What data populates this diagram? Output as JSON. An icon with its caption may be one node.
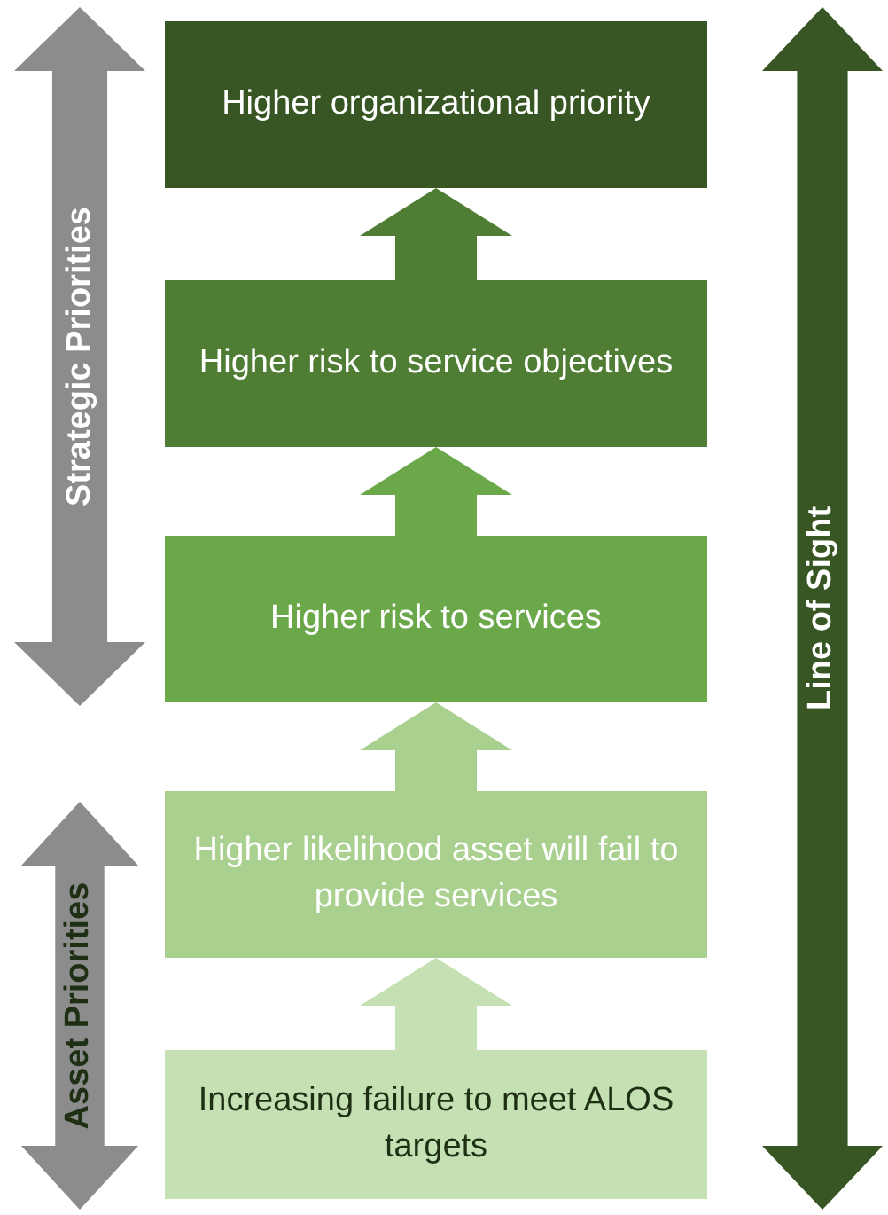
{
  "diagram": {
    "nodes": [
      {
        "text": [
          "Higher organizational priority"
        ]
      },
      {
        "text": [
          "Higher risk to service objectives"
        ]
      },
      {
        "text": [
          "Higher risk to services"
        ]
      },
      {
        "text": [
          "Higher likelihood asset will fail to provide services"
        ]
      },
      {
        "text": [
          "Increasing failure to meet ALOS targets"
        ]
      },
      {
        "text": [
          "Strategic Priorities"
        ]
      },
      {
        "text": [
          "Asset Priorities"
        ]
      },
      {
        "text": [
          "Line of Sight"
        ]
      }
    ],
    "edges": [
      {
        "from": 1,
        "to": 0,
        "arrow": "to",
        "color": "#4e7d33"
      },
      {
        "from": 2,
        "to": 1,
        "arrow": "to",
        "color": "#6aa84a"
      },
      {
        "from": 3,
        "to": 2,
        "arrow": "to",
        "color": "#a9d08e"
      },
      {
        "from": 4,
        "to": 3,
        "arrow": "to",
        "color": "#c5e0b3"
      }
    ]
  }
}
